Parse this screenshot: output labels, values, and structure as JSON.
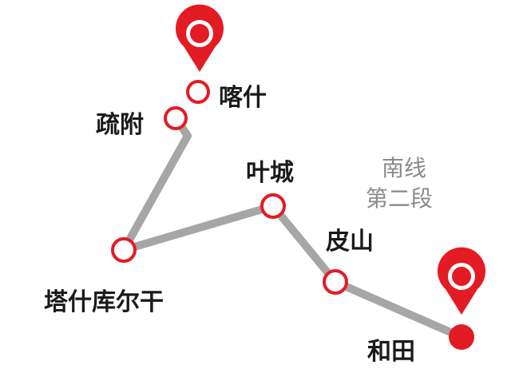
{
  "title_note": {
    "line1": "南线",
    "line2": "第二段"
  },
  "colors": {
    "accent": "#e31b23",
    "route": "#a6a6a6",
    "text": "#1a1a1a",
    "note": "#8a8a8a"
  },
  "stations": [
    {
      "name": "喀什",
      "type": "start"
    },
    {
      "name": "疏附",
      "type": "stop"
    },
    {
      "name": "塔什库尔干",
      "type": "stop"
    },
    {
      "name": "叶城",
      "type": "stop"
    },
    {
      "name": "皮山",
      "type": "stop"
    },
    {
      "name": "和田",
      "type": "end"
    }
  ]
}
